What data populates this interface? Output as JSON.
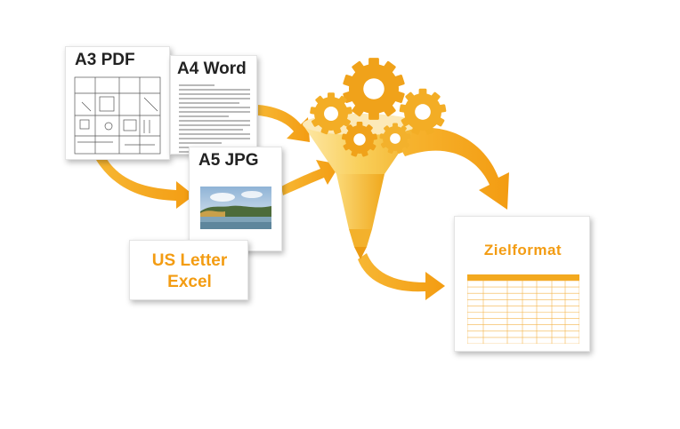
{
  "documents": {
    "a3_pdf": {
      "label": "A3 PDF"
    },
    "a4_word": {
      "label": "A4 Word"
    },
    "a5_jpg": {
      "label": "A5 JPG"
    },
    "us_letter": {
      "line1": "US Letter",
      "line2": "Excel"
    }
  },
  "target": {
    "label": "Zielformat"
  },
  "colors": {
    "accent": "#f39c12",
    "gear": "#f1a51b",
    "funnel": "#f7c44a",
    "text": "#222222"
  },
  "icons": [
    "gear-icon",
    "funnel-icon",
    "arrow-icon"
  ]
}
